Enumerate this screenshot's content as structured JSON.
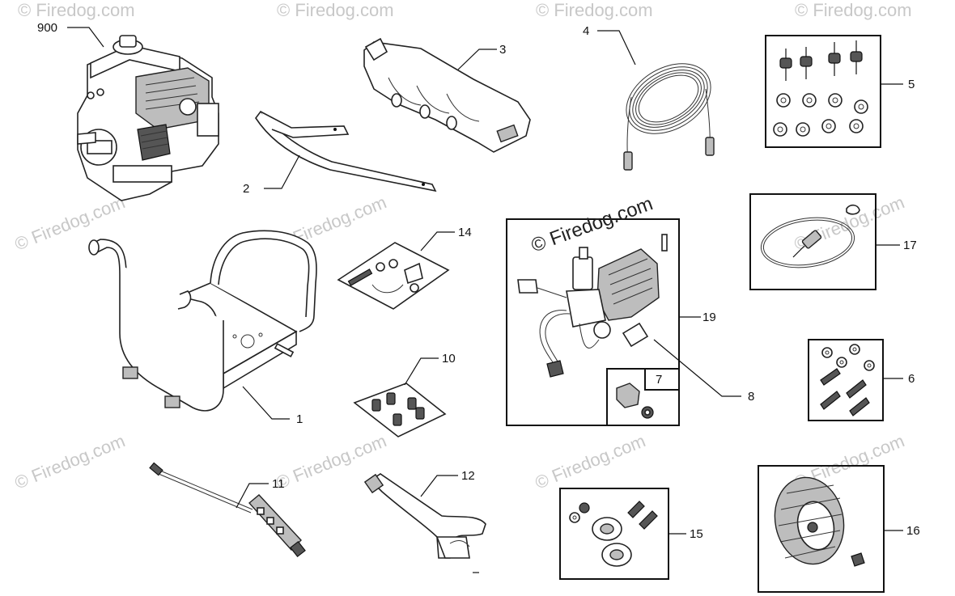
{
  "watermark": {
    "text": "© Firedog.com",
    "main_text": "© Firedog.com"
  },
  "callouts": [
    {
      "id": "900",
      "label": "900"
    },
    {
      "id": "3",
      "label": "3"
    },
    {
      "id": "4",
      "label": "4"
    },
    {
      "id": "5",
      "label": "5"
    },
    {
      "id": "2",
      "label": "2"
    },
    {
      "id": "17",
      "label": "17"
    },
    {
      "id": "14",
      "label": "14"
    },
    {
      "id": "19",
      "label": "19"
    },
    {
      "id": "1",
      "label": "1"
    },
    {
      "id": "10",
      "label": "10"
    },
    {
      "id": "7",
      "label": "7"
    },
    {
      "id": "8",
      "label": "8"
    },
    {
      "id": "6",
      "label": "6"
    },
    {
      "id": "11",
      "label": "11"
    },
    {
      "id": "12",
      "label": "12"
    },
    {
      "id": "15",
      "label": "15"
    },
    {
      "id": "16",
      "label": "16"
    }
  ],
  "parts": [
    {
      "id": "900",
      "icon": "engine-icon"
    },
    {
      "id": "1",
      "icon": "frame-icon"
    },
    {
      "id": "2",
      "icon": "handle-bar-icon"
    },
    {
      "id": "3",
      "icon": "shroud-icon"
    },
    {
      "id": "4",
      "icon": "hose-icon"
    },
    {
      "id": "5",
      "icon": "vibration-mount-kit-icon"
    },
    {
      "id": "6",
      "icon": "screw-washer-kit-icon"
    },
    {
      "id": "7",
      "icon": "fitting-icon"
    },
    {
      "id": "8",
      "icon": "inlet-adapter-icon"
    },
    {
      "id": "10",
      "icon": "nozzle-kit-icon"
    },
    {
      "id": "11",
      "icon": "wand-icon"
    },
    {
      "id": "12",
      "icon": "spray-gun-icon"
    },
    {
      "id": "14",
      "icon": "hardware-bag-icon"
    },
    {
      "id": "15",
      "icon": "axle-hardware-kit-icon"
    },
    {
      "id": "16",
      "icon": "wheel-icon"
    },
    {
      "id": "17",
      "icon": "detergent-tube-kit-icon"
    },
    {
      "id": "19",
      "icon": "pump-assembly-icon"
    }
  ]
}
